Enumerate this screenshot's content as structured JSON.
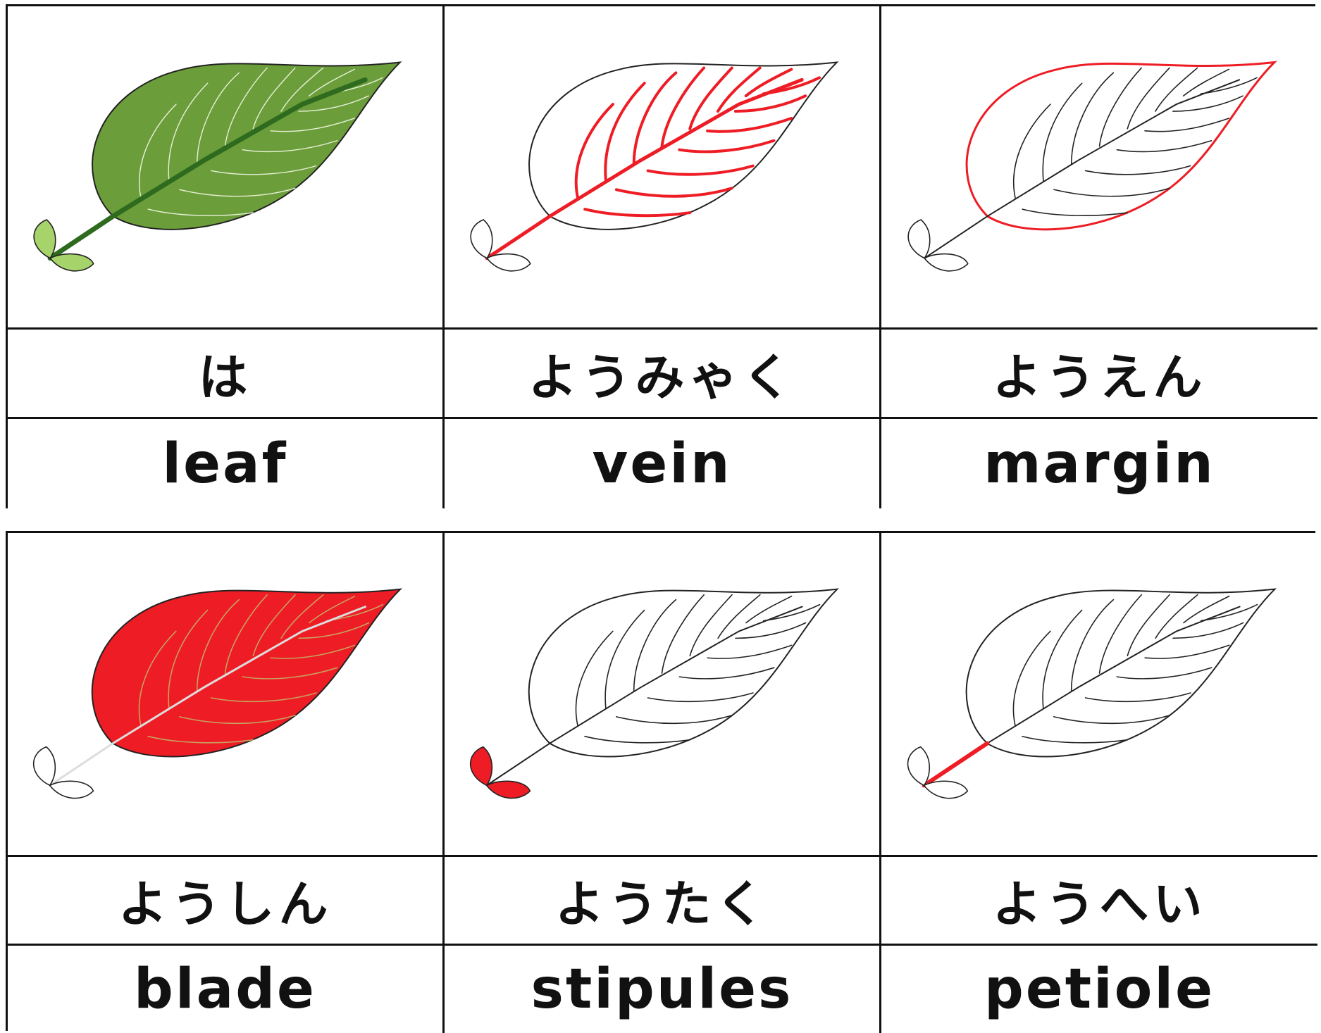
{
  "colors": {
    "leaf_green": "#6b9e3a",
    "stem_green": "#2e6b1f",
    "stipule_green": "#a6d46a",
    "highlight_red": "#ee1c24",
    "outline": "#222222"
  },
  "cards": [
    {
      "japanese": "は",
      "english": "leaf",
      "highlight": "whole-leaf",
      "icon": "leaf-green-icon"
    },
    {
      "japanese": "ようみゃく",
      "english": "vein",
      "highlight": "veins",
      "icon": "leaf-veins-icon"
    },
    {
      "japanese": "ようえん",
      "english": "margin",
      "highlight": "margin",
      "icon": "leaf-margin-icon"
    },
    {
      "japanese": "ようしん",
      "english": "blade",
      "highlight": "blade",
      "icon": "leaf-blade-icon"
    },
    {
      "japanese": "ようたく",
      "english": "stipules",
      "highlight": "stipules",
      "icon": "leaf-stipules-icon"
    },
    {
      "japanese": "ようへい",
      "english": "petiole",
      "highlight": "petiole",
      "icon": "leaf-petiole-icon"
    }
  ]
}
